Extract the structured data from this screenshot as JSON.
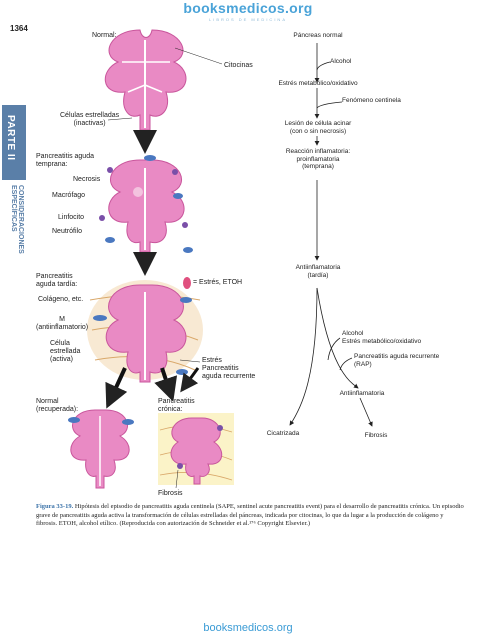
{
  "header": {
    "watermark": "booksmedicos.org",
    "watermark_sub": "LIBROS DE MEDICINA",
    "page_number": "1364"
  },
  "side_tab": {
    "part": "PARTE II",
    "section": "CONSIDERACIONES ESPECÍFICAS"
  },
  "diagram": {
    "labels": {
      "normal": "Normal:",
      "citocinas": "Citocinas",
      "celulas_estrelladas_1": "Células estrelladas",
      "celulas_estrelladas_2": "(inactivas)",
      "pa_temprana_1": "Pancreatitis aguda",
      "pa_temprana_2": "temprana:",
      "necrosis": "Necrosis",
      "macrofago": "Macrófago",
      "linfocito": "Linfocito",
      "neutrofilo": "Neutrófilo",
      "pa_tardia_1": "Pancreatitis",
      "pa_tardia_2": "aguda tardía:",
      "colageno": "Colágeno, etc.",
      "m_1": "M",
      "m_2": "(antiinflamatorio)",
      "celula_act_1": "Célula",
      "celula_act_2": "estrellada",
      "celula_act_3": "(activa)",
      "estres_etoh": "= Estrés, ETOH",
      "estres_rec_1": "Estrés",
      "estres_rec_2": "Pancreatitis",
      "estres_rec_3": "aguda recurrente",
      "normal_rec_1": "Normal",
      "normal_rec_2": "(recuperada):",
      "pc_1": "Pancreatitis",
      "pc_2": "crónica:",
      "fibrosis_img": "Fibrosis"
    },
    "flow": {
      "pancreas_normal": "Páncreas normal",
      "alcohol_1": "Alcohol",
      "estres_ox_1": "Estrés metabólico/oxidativo",
      "fenomeno": "Fenómeno centinela",
      "lesion_1": "Lesión de célula acinar",
      "lesion_2": "(con o sin necrosis)",
      "reaccion_1": "Reacción inflamatoria:",
      "reaccion_2": "proinflamatoria",
      "reaccion_3": "(temprana)",
      "antiinf_1": "Antiinflamatoria",
      "antiinf_2": "(tardía)",
      "alcohol_2": "Alcohol",
      "estres_ox_2": "Estrés metabólico/oxidativo",
      "rap_1": "Pancreatitis aguda recurrente",
      "rap_2": "(RAP)",
      "antiinf_3": "Antiinflamatoria",
      "cicatrizada": "Cicatrizada",
      "fibrosis": "Fibrosis"
    },
    "colors": {
      "acinar": "#e98ac4",
      "acinar_dark": "#c9569c",
      "blue_cell": "#4a78c0",
      "purple_cell": "#7a4fa8",
      "collagen": "#d9a86a",
      "chronic_bg": "#fbf3c8"
    }
  },
  "caption": {
    "figure": "Figura 33-19.",
    "text": "Hipótesis del episodio de pancreatitis aguda centinela (SAPE, sentinel acute pancreatitis event) para el desarrollo de pancreatitis crónica. Un episodio grave de pancreatitis aguda activa la transformación de células estrelladas del páncreas, indicada por citocinas, lo que da lugar a la producción de colágeno y fibrosis. ETOH, alcohol etílico. (Reproducida con autorización de Schneider et al.¹⁷⁶ Copyright Elsevier.)"
  },
  "footer": {
    "watermark": "booksmedicos.org"
  }
}
